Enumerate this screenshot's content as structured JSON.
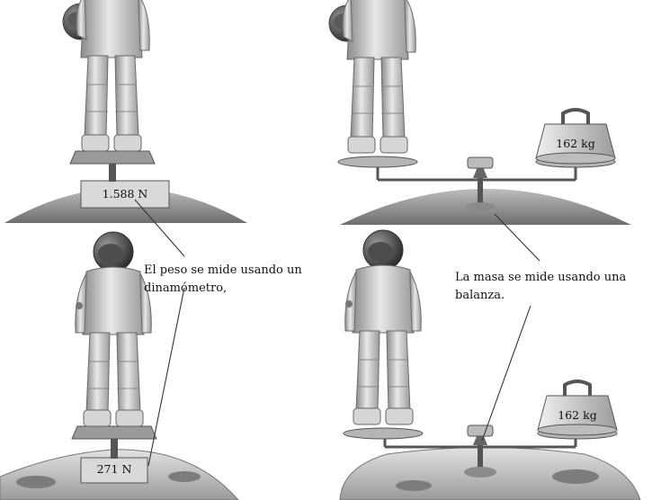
{
  "panels": {
    "earth_scale_reading": "1.588 N",
    "earth_balance_mass": "162 kg",
    "moon_scale_reading": "271 N",
    "moon_balance_mass": "162 kg"
  },
  "annotations": {
    "weight_line1": "El peso se mide usando un",
    "weight_line2": "dinamómetro,",
    "mass_line1": "La masa se mide usando una",
    "mass_line2": "balanza."
  }
}
